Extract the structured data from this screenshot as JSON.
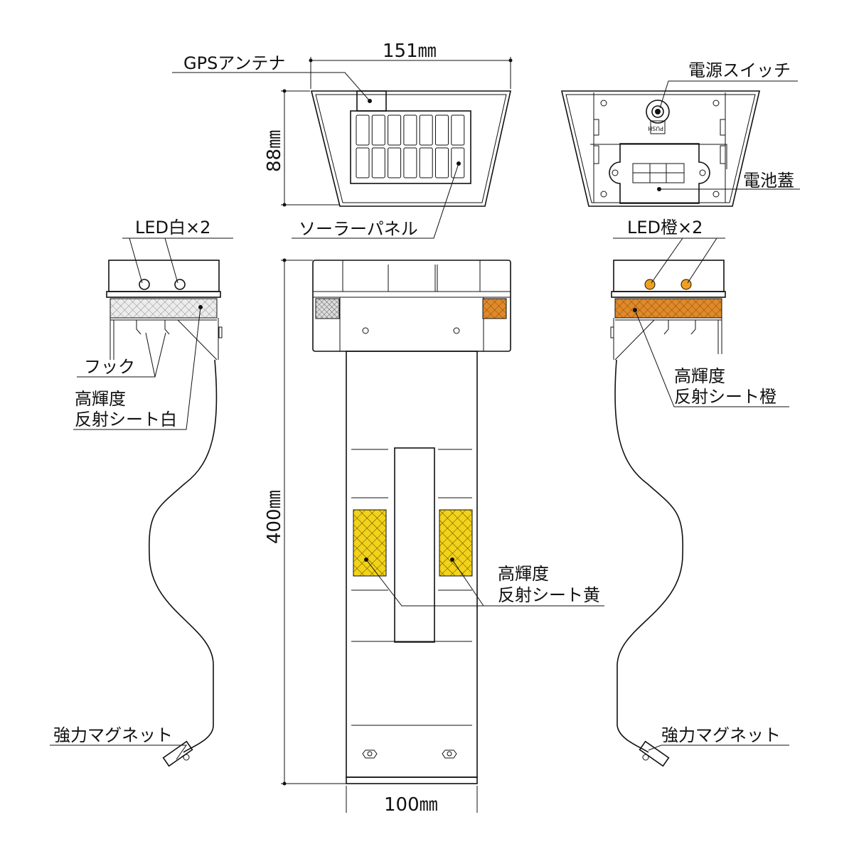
{
  "dimensions": {
    "width": "151㎜",
    "height": "88㎜",
    "length": "400㎜",
    "pole_width": "100㎜"
  },
  "labels": {
    "gps": "GPSアンテナ",
    "power_switch": "電源スイッチ",
    "push": "PUSH",
    "battery_cover": "電池蓋",
    "solar": "ソーラーパネル",
    "led_white": "LED白×2",
    "led_orange": "LED橙×2",
    "hook": "フック",
    "sheet_white_1": "高輝度",
    "sheet_white_2": "反射シート白",
    "sheet_orange_1": "高輝度",
    "sheet_orange_2": "反射シート橙",
    "sheet_yellow_1": "高輝度",
    "sheet_yellow_2": "反射シート黄",
    "magnet_left": "強力マグネット",
    "magnet_right": "強力マグネット"
  },
  "colors": {
    "yellow": "#f2d21a",
    "orange": "#e0892a",
    "led_orange": "#f0a020",
    "white_sheet": "#e6e6e6"
  }
}
